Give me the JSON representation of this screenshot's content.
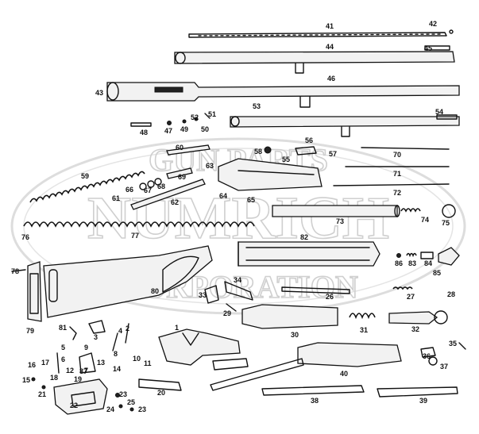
{
  "watermark": {
    "top_text": "GUN PARTS",
    "middle_text": "NUMRICH",
    "bottom_text": "CORPORATION"
  },
  "callouts": [
    "1",
    "2",
    "3",
    "4",
    "5",
    "6",
    "7",
    "8",
    "9",
    "10",
    "11",
    "12",
    "13",
    "14",
    "15",
    "16",
    "17",
    "18",
    "19",
    "20",
    "21",
    "22",
    "23",
    "23",
    "24",
    "25",
    "26",
    "27",
    "28",
    "29",
    "30",
    "31",
    "32",
    "33",
    "34",
    "35",
    "36",
    "37",
    "38",
    "39",
    "40",
    "41",
    "42",
    "43",
    "44",
    "45",
    "46",
    "47",
    "48",
    "49",
    "50",
    "51",
    "52",
    "53",
    "54",
    "55",
    "56",
    "57",
    "58",
    "59",
    "60",
    "61",
    "62",
    "63",
    "64",
    "65",
    "66",
    "67",
    "68",
    "69",
    "70",
    "71",
    "72",
    "73",
    "74",
    "75",
    "76",
    "77",
    "78",
    "79",
    "80",
    "81",
    "82",
    "83",
    "84",
    "85",
    "86",
    "87"
  ]
}
